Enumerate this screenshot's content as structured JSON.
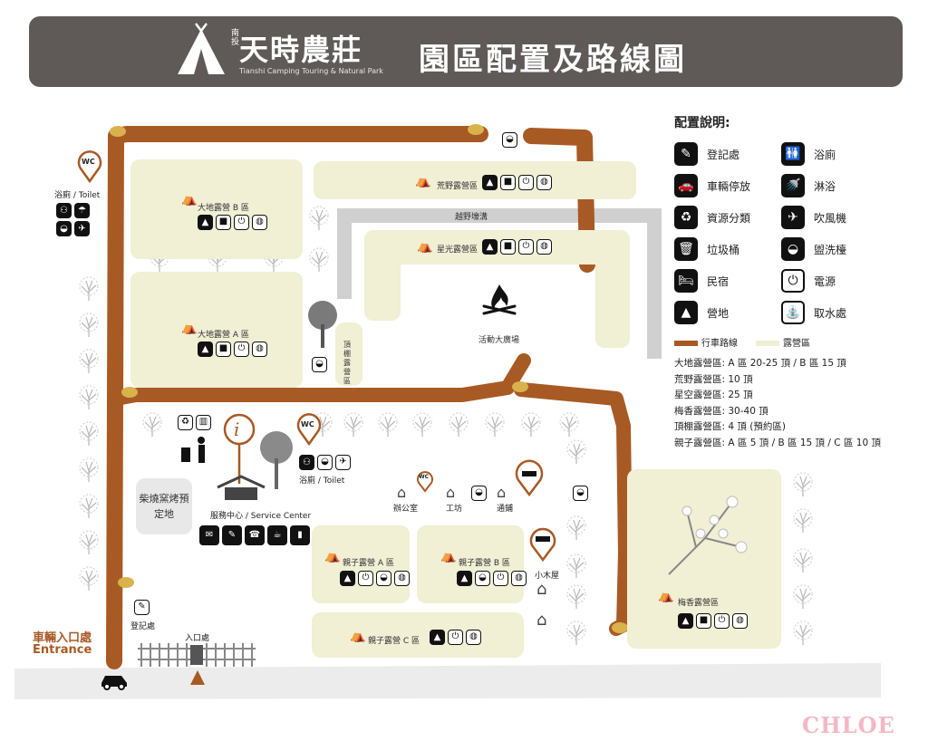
{
  "header": {
    "logo_small": "南投",
    "logo_name": "天時農莊",
    "logo_en": "Tianshi Camping Touring & Natural Park",
    "title": "園區配置及路線圖"
  },
  "legend": {
    "title": "配置說明:",
    "items": [
      {
        "label": "登記處",
        "icon": "register-icon",
        "glyph": "✎"
      },
      {
        "label": "浴廁",
        "icon": "restroom-icon",
        "glyph": "🚻"
      },
      {
        "label": "車輛停放",
        "icon": "car-icon",
        "glyph": "🚗"
      },
      {
        "label": "淋浴",
        "icon": "shower-icon",
        "glyph": "🚿"
      },
      {
        "label": "資源分類",
        "icon": "recycle-icon",
        "glyph": "♻"
      },
      {
        "label": "吹風機",
        "icon": "hairdryer-icon",
        "glyph": "✈"
      },
      {
        "label": "垃圾桶",
        "icon": "trash-icon",
        "glyph": "🗑"
      },
      {
        "label": "盥洗檯",
        "icon": "sink-icon",
        "glyph": "◒"
      },
      {
        "label": "民宿",
        "icon": "bed-icon",
        "glyph": "🛏"
      },
      {
        "label": "電源",
        "icon": "power-icon",
        "glyph": "⏻"
      },
      {
        "label": "營地",
        "icon": "tent-icon",
        "glyph": "▲"
      },
      {
        "label": "取水處",
        "icon": "water-icon",
        "glyph": "⛲"
      }
    ],
    "road_label": "行車路線",
    "camp_label": "露營區",
    "capacity": [
      "大地露營區: A 區 20-25 頂 / B 區 15 頂",
      "荒野露營區: 10 頂",
      "星空露營區: 25 頂",
      "梅香露營區: 30-40 頂",
      "頂棚露營區: 4 頂 (預約區)",
      "親子露營區: A 區 5 頂 / B 區 15 頂 / C 區 10 頂"
    ]
  },
  "zones": {
    "dadi_b": "大地露營 B 區",
    "dadi_a": "大地露營 A 區",
    "huangye": "荒野露營區",
    "xingguang": "星光露營區",
    "yueye": "越野壕溝",
    "plaza": "活動大廣場",
    "dingpeng": "頂棚露營區",
    "qinzi_a": "親子露營 A 區",
    "qinzi_b": "親子露營 B 區",
    "qinzi_c": "親子露營 C 區",
    "meixiang": "梅香露營區"
  },
  "labels": {
    "toilet_left": "浴廁 / Toilet",
    "toilet_center": "浴廁 / Toilet",
    "service": "服務中心 / Service Center",
    "bbq": "柴燒窯烤預定地",
    "office": "辦公室",
    "workshop": "工坊",
    "store": "通鋪",
    "cabin": "小木屋",
    "register": "登記處",
    "entry": "入口處",
    "entrance_zh": "車輛入口處",
    "entrance_en": "Entrance",
    "wc": "WC",
    "info": "i"
  },
  "watermark": "CHLOE",
  "colors": {
    "header_bg": "#5f5a58",
    "road": "#a85a24",
    "camp_zone": "#f1efd4",
    "trench": "#d0d0d0"
  }
}
